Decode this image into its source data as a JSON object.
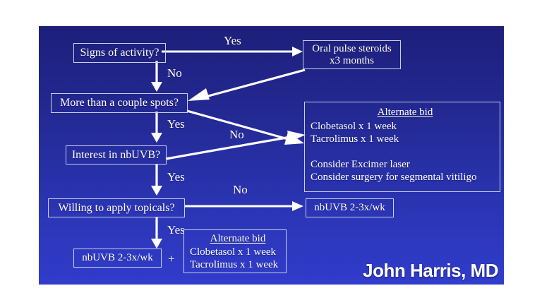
{
  "slide": {
    "background_top_color": "#1d1f7a",
    "background_bottom_color": "#303ccb",
    "text_color": "#ffffff",
    "border_color": "#c9cfe8",
    "signature": "John Harris, MD"
  },
  "nodes": {
    "signs_of_activity": {
      "text": "Signs of activity?"
    },
    "more_than_couple_spots": {
      "text": "More than a couple spots?"
    },
    "interest_in_nbuvb": {
      "text": "Interest in nbUVB?"
    },
    "willing_topicals": {
      "text": "Willing to apply topicals?"
    },
    "oral_pulse_steroids": {
      "line1": "Oral pulse steroids",
      "line2": "x3 months"
    },
    "alternate_bid_right": {
      "title": "Alternate bid",
      "line1": "Clobetasol x 1 week",
      "line2": "Tacrolimus x 1 week",
      "line3": "Consider Excimer laser",
      "line4": "Consider surgery for segmental vitiligo"
    },
    "nbuvb_right": {
      "text": "nbUVB 2-3x/wk"
    },
    "nbuvb_bottom": {
      "text": "nbUVB 2-3x/wk"
    },
    "plus_sign": {
      "text": "+"
    },
    "alternate_bid_bottom": {
      "title": "Alternate bid",
      "line1": "Clobetasol x 1 week",
      "line2": "Tacrolimus x 1 week"
    }
  },
  "edge_labels": {
    "yes_top": "Yes",
    "no_activity": "No",
    "yes_spots": "Yes",
    "no_spots": "No",
    "yes_nbuvb": "Yes",
    "no_topicals": "No",
    "yes_topicals": "Yes"
  }
}
